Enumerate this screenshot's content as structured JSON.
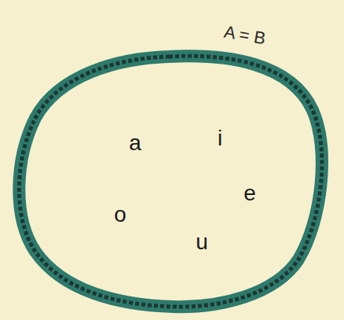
{
  "diagram": {
    "nodes": [
      {
        "text": [
          "a",
          "i",
          "e",
          "o",
          "u"
        ]
      }
    ],
    "labels": [
      "A = B"
    ]
  }
}
